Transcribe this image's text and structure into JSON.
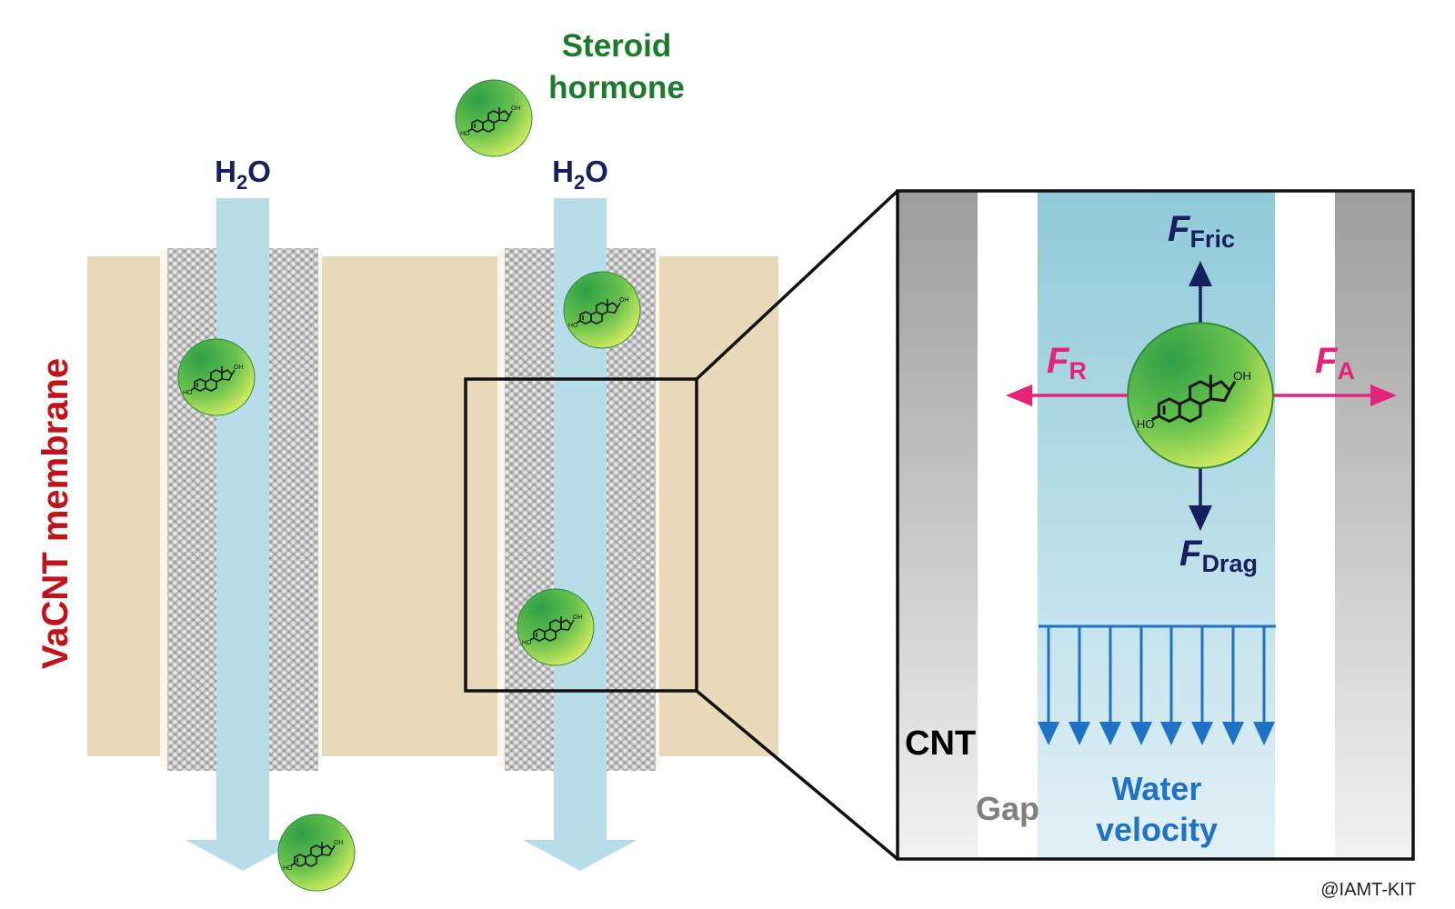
{
  "labels": {
    "membrane": "VaCNT membrane",
    "hormone_line1": "Steroid",
    "hormone_line2": "hormone",
    "water_left": {
      "main": "H",
      "sub": "2",
      "tail": "O"
    },
    "water_right": {
      "main": "H",
      "sub": "2",
      "tail": "O"
    },
    "f_fric": {
      "main": "F",
      "sub": "Fric"
    },
    "f_r": {
      "main": "F",
      "sub": "R"
    },
    "f_a": {
      "main": "F",
      "sub": "A"
    },
    "f_drag": {
      "main": "F",
      "sub": "Drag"
    },
    "cnt": "CNT",
    "gap": "Gap",
    "water_velocity_line1": "Water",
    "water_velocity_line2": "velocity",
    "credit": "@IAMT-KIT",
    "molecule_ho": "HO",
    "molecule_oh": "OH"
  },
  "colors": {
    "membrane_fill": "#e8d9b8",
    "water_channel": "#b7dde8",
    "cnt_wall": "#9a9a9a",
    "molecule_green": "#3fae4a",
    "molecule_yellow": "#d6ec5a",
    "navy_arrow": "#17205e",
    "force_magenta": "#e6237a",
    "velocity_blue": "#1f72c4",
    "membrane_label_red": "#c0141c",
    "hormone_label_green": "#1c7a2c",
    "gap_label_gray": "#808080"
  }
}
